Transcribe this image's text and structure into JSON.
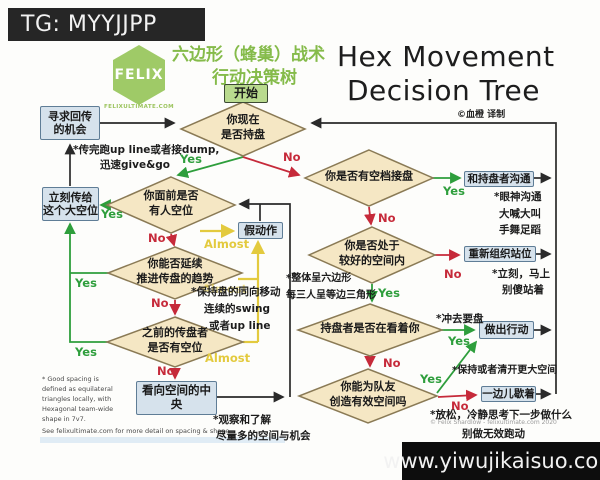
{
  "overlay": {
    "tg_label": "TG: MYYJJPP",
    "watermark": "www.yiwujikaisuo.com"
  },
  "header": {
    "logo": {
      "text": "FELIX",
      "site": "FELIXULTIMATE.COM"
    },
    "title_cn": {
      "line1": "六边形（蜂巢）战术",
      "line2": "行动决策树"
    },
    "title_en": {
      "line1": "Hex Movement",
      "line2": "Decision Tree"
    },
    "credit": "©血橙 译制"
  },
  "edge_labels": {
    "yes": "Yes",
    "no": "No",
    "almost": "Almost"
  },
  "nodes": {
    "start": "开始",
    "seek_dump": {
      "line1": "寻求回传",
      "line2": "的机会"
    },
    "holding": {
      "line1": "你现在",
      "line2": "是否持盘"
    },
    "pass_big_space": {
      "line1": "立刻传给",
      "line2": "这个大空位"
    },
    "anyone_open": {
      "line1": "你面前是否",
      "line2": "有人空位"
    },
    "fake": "假动作",
    "continue_flow": {
      "line1": "你能否延续",
      "line2": "推进传盘的趋势"
    },
    "previous_thrower": {
      "line1": "之前的传盘者",
      "line2": "是否有空位"
    },
    "look_center": "看向空间的中央",
    "gap_receive": "你是否有空档接盘",
    "communicate": "和持盘者沟通",
    "good_space": {
      "line1": "你是否处于",
      "line2": "较好的空间内"
    },
    "reorganize": "重新组织站位",
    "thrower_looking": "持盘者是否在看着你",
    "take_action": "做出行动",
    "create_space": {
      "line1": "你能为队友",
      "line2": "创造有效空间吗"
    },
    "rest_aside": "一边儿歇着"
  },
  "annotations": {
    "give_go": {
      "line1": "*传完跑up line或者接dump,",
      "line2": "迅速give&go"
    },
    "keep_moving": {
      "line1": "*保持盘的同向移动",
      "line2": "连续的swing",
      "line3": "或者up line"
    },
    "hex_shape": {
      "line1": "*整体呈六边形",
      "line2": "每三人呈等边三角形"
    },
    "eye_contact": {
      "line1": "*眼神沟通",
      "line2": "大喊大叫",
      "line3": "手舞足蹈"
    },
    "immediately": {
      "line1": "*立刻，马上",
      "line2": "别傻站着"
    },
    "rush": "*冲去要盘",
    "keep_or_clear": "*保持或者清开更大空间",
    "relax": {
      "line1": "*放松，冷静思考下一步做什么",
      "line2": "别做无效跑动"
    },
    "observe": {
      "line1": "*观察和了解",
      "line2": "尽量多的空间与机会"
    }
  },
  "footnotes": {
    "good_spacing": {
      "line1": "* Good spacing is",
      "line2": "defined as equilateral",
      "line3": "triangles locally, with",
      "line4": "Hexagonal team-wide",
      "line5": "shape in 7v7."
    },
    "see_more": "See felixultimate.com for more detail on spacing & shape",
    "copyright": "© Felix Shardlow - felixultimate.com 2020"
  },
  "colors": {
    "yes": "#2e9e3c",
    "no": "#c62a3a",
    "almost": "#e3ca3e",
    "line": "#2a2a2a",
    "diamond_fill": "#f5e7c4",
    "diamond_border": "#8a7a55",
    "box_fill": "#d6e2ec",
    "box_border": "#5f7d96",
    "start_fill": "#b9da8e",
    "title_green": "#85bb4a",
    "logo_green": "#9fca67"
  }
}
